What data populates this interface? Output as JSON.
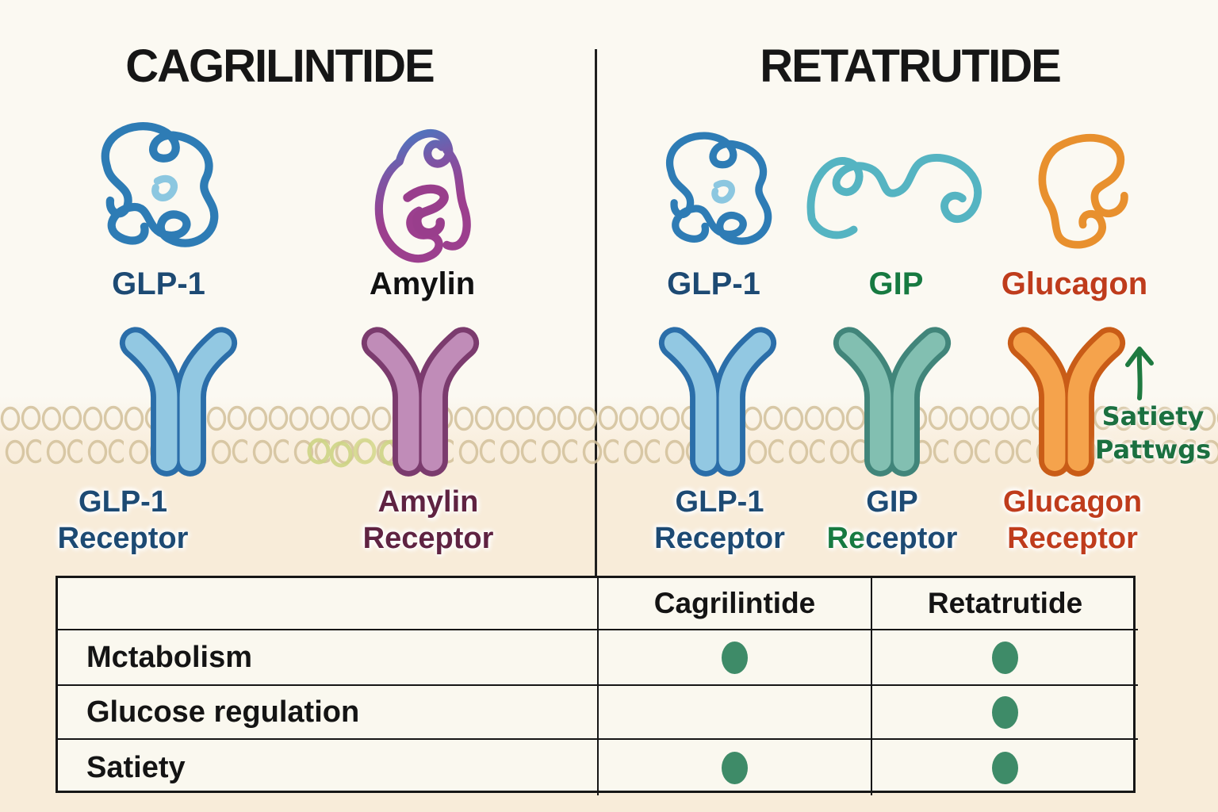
{
  "left_panel": {
    "title": "CAGRILINTIDE",
    "ligands": [
      {
        "name": "GLP-1"
      },
      {
        "name": "Amylin"
      }
    ],
    "receptors": [
      {
        "line1": "GLP-1",
        "line2": "Receptor"
      },
      {
        "line1": "Amylin",
        "line2": "Receptor"
      }
    ]
  },
  "right_panel": {
    "title": "RETATRUTIDE",
    "ligands": [
      {
        "name": "GLP-1"
      },
      {
        "name": "GIP"
      },
      {
        "name": "Glucagon"
      }
    ],
    "receptors": [
      {
        "line1": "GLP-1",
        "line2": "Receptor"
      },
      {
        "line1": "GIP",
        "line2_green": "Re",
        "line2_rest": "ceptor"
      },
      {
        "line1": "Glucagon",
        "line2": "Receptor"
      }
    ]
  },
  "side_note": {
    "icon": "up-arrow",
    "line1": "Satiety",
    "line2": "Pattwgs",
    "color": "#1b7040"
  },
  "table": {
    "columns": [
      "Cagrilintide",
      "Retatrutide"
    ],
    "rows": [
      {
        "label": "Mctabolism",
        "cagrilintide": true,
        "retatrutide": true
      },
      {
        "label": "Glucose regulation",
        "cagrilintide": false,
        "retatrutide": true
      },
      {
        "label": "Satiety",
        "cagrilintide": true,
        "retatrutide": true
      }
    ],
    "dot_color": "#3e8b68"
  },
  "colors": {
    "background_top": "#fbf9f2",
    "background_bottom": "#f8ecd9",
    "glp1_navy": "#1d4a73",
    "gip_green": "#177a41",
    "glucagon_red": "#bf3c1c",
    "amylin_maroon": "#5f2342",
    "membrane_tan": "#d2c09a",
    "glp1_squiggle": "#2e7cb5",
    "amylin_squiggle_top": "#3f7ec6",
    "amylin_squiggle_bottom": "#9c3f8e",
    "gip_squiggle": "#55b4c2",
    "glucagon_squiggle": "#e8902e",
    "receptor_glp1_fill": "#92c8e2",
    "receptor_glp1_stroke": "#2b6ea9",
    "receptor_amylin_fill": "#c08cb8",
    "receptor_amylin_stroke": "#7b3b6e",
    "receptor_gip_fill": "#82bfb1",
    "receptor_gip_stroke": "#41857a",
    "receptor_glucagon_fill": "#f5a34c",
    "receptor_glucagon_stroke": "#c95c17"
  }
}
